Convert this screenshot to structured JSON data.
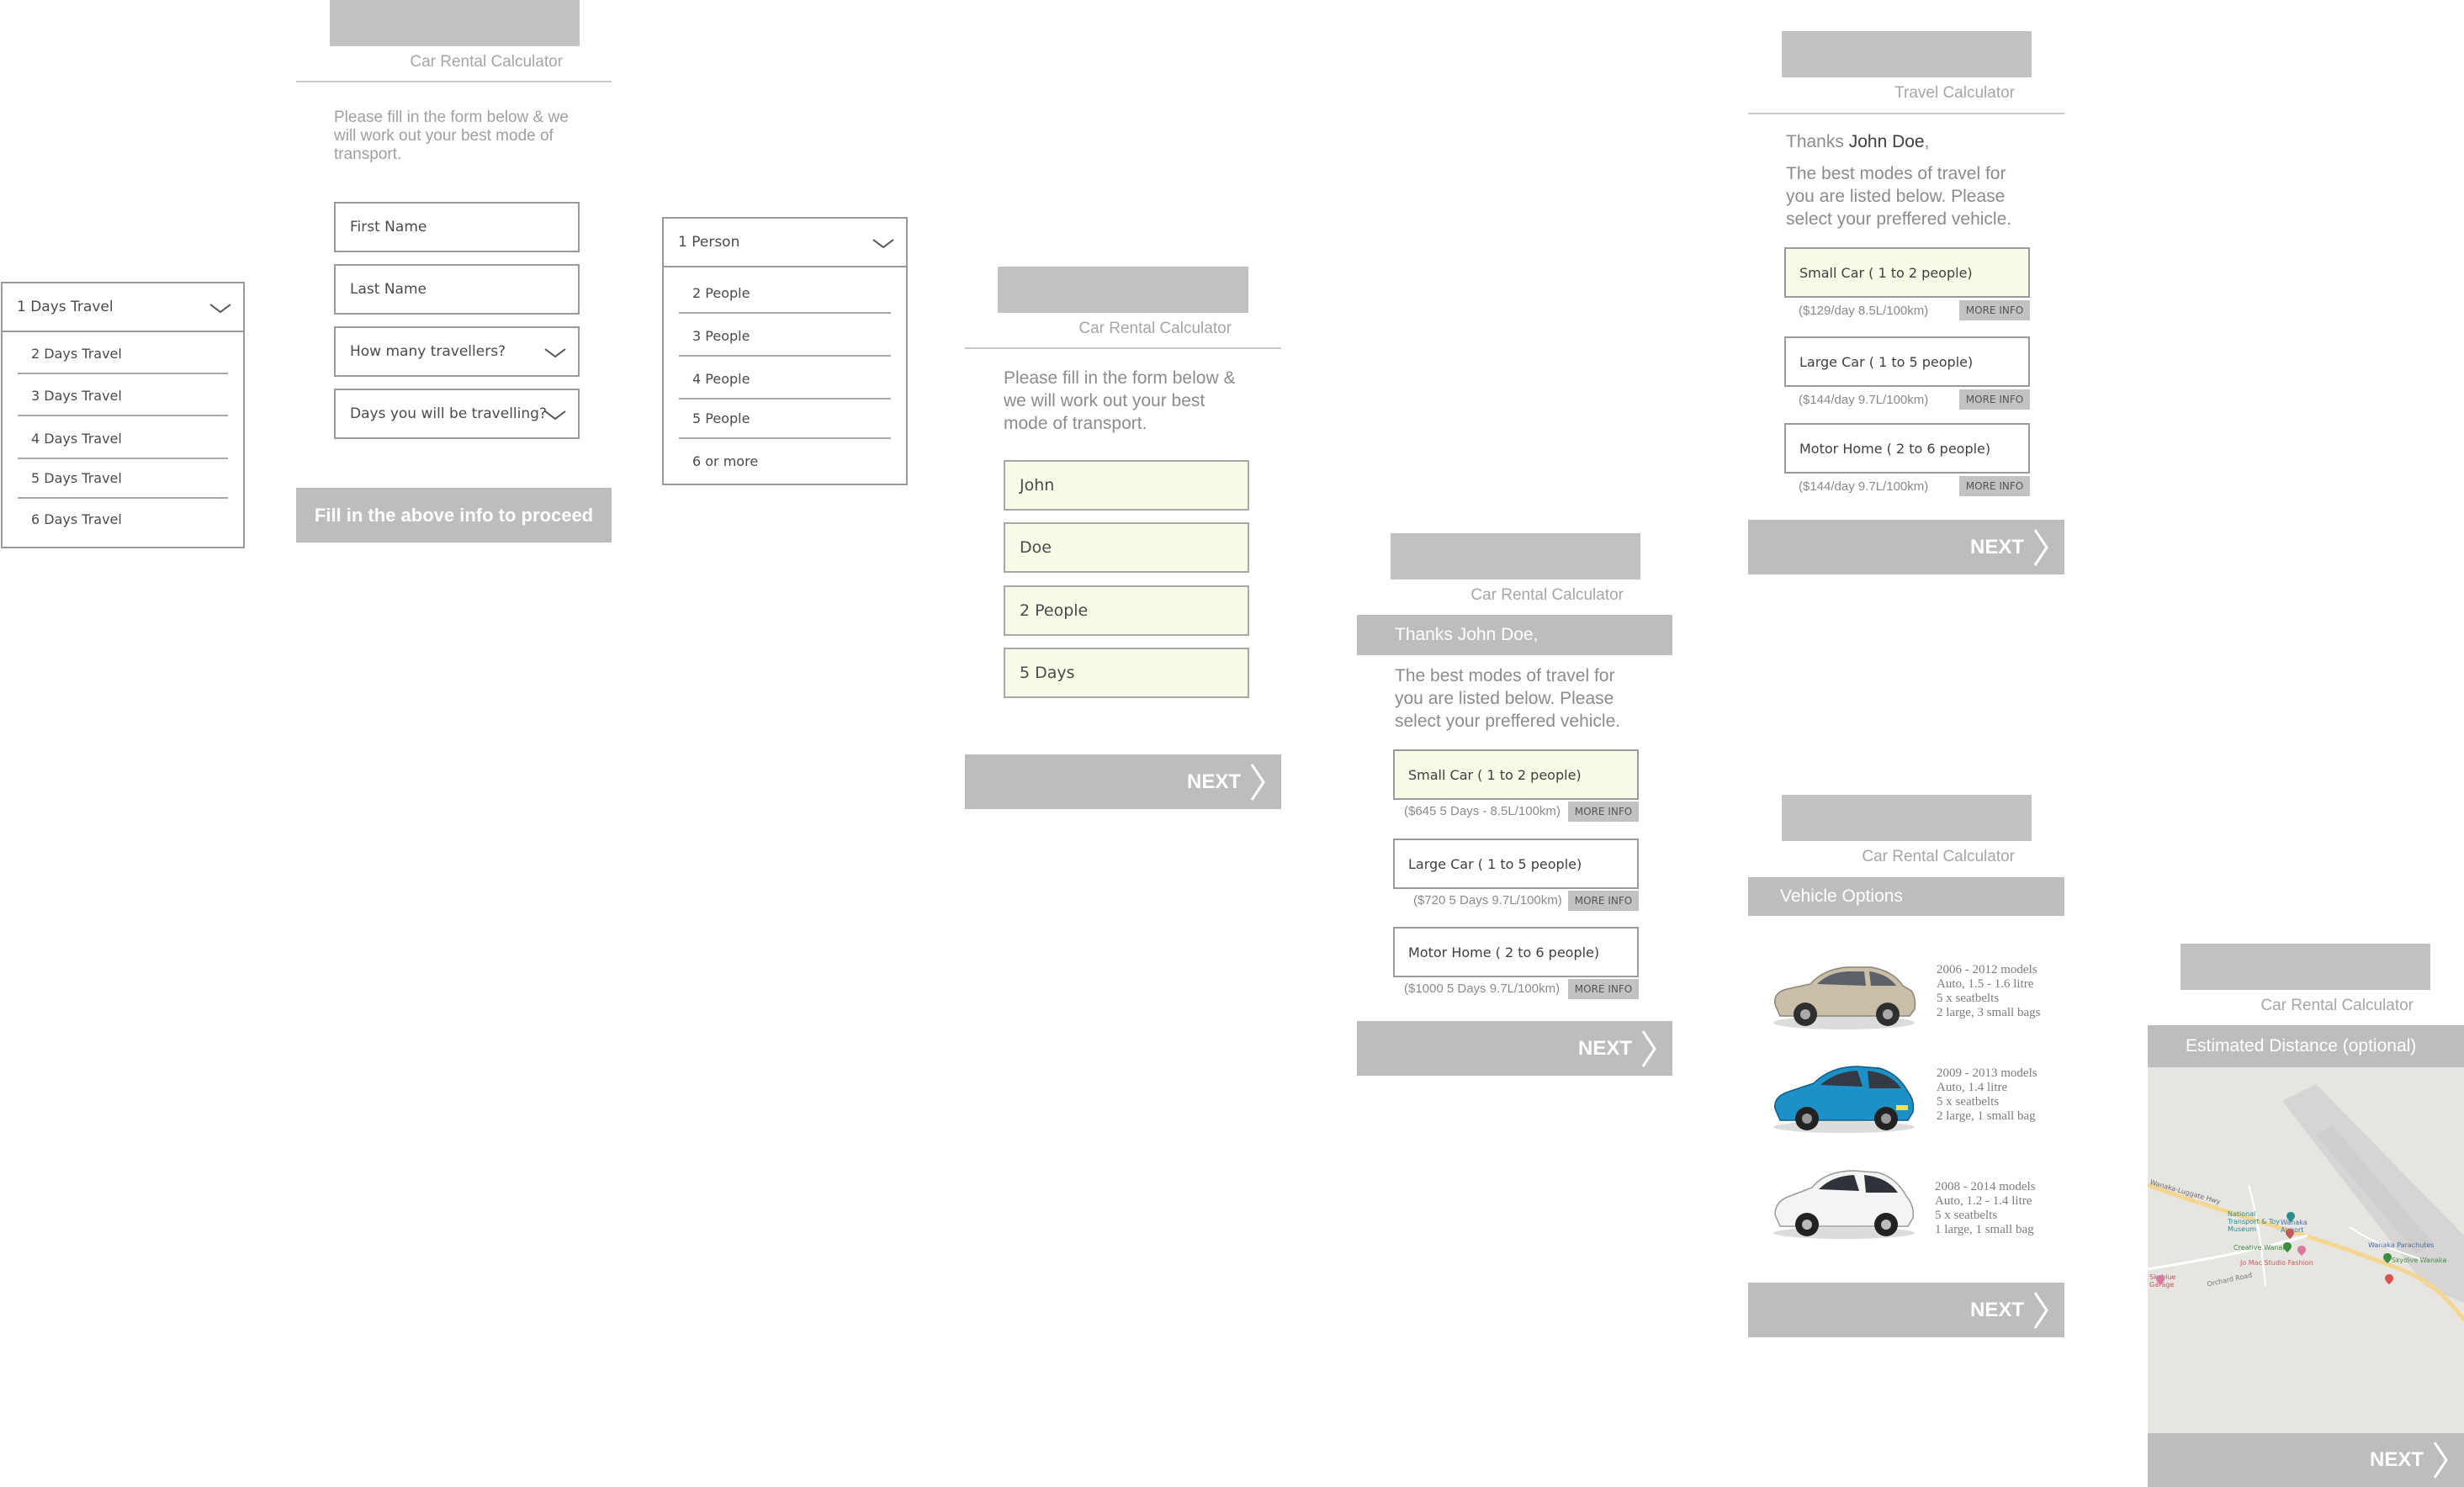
{
  "brand_name": "Car Rental Calculator",
  "brand_name_alt": "Travel Calculator",
  "intro_text": "Please fill in the form below & we will work out your best mode of transport.",
  "days_dropdown": {
    "selected": "1 Days Travel",
    "options": [
      "2 Days Travel",
      "3 Days Travel",
      "4 Days Travel",
      "5 Days Travel",
      "6 Days Travel"
    ]
  },
  "people_dropdown": {
    "selected": "1 Person",
    "options": [
      "2 People",
      "3 People",
      "4 People",
      "5 People",
      "6 or more"
    ]
  },
  "form_empty": {
    "first_name_placeholder": "First Name",
    "last_name_placeholder": "Last Name",
    "travellers_placeholder": "How many travellers?",
    "days_placeholder": "Days you will be travelling?",
    "proceed_label": "Fill in the above info to proceed"
  },
  "form_filled": {
    "first_name": "John",
    "last_name": "Doe",
    "travellers": "2 People",
    "days": "5 Days"
  },
  "next_label": "NEXT",
  "results_days": {
    "greeting": "Thanks John Doe,",
    "message": "The best modes of travel for you are listed below. Please select your preffered vehicle.",
    "vehicles": [
      {
        "name": "Small Car ( 1 to 2 people)",
        "price": "($645 5 Days - 8.5L/100km)",
        "selected": true
      },
      {
        "name": "Large Car ( 1 to 5 people)",
        "price": "($720 5 Days 9.7L/100km)",
        "selected": false
      },
      {
        "name": "Motor Home ( 2 to 6 people)",
        "price": "($1000 5 Days 9.7L/100km)",
        "selected": false
      }
    ]
  },
  "results_daily": {
    "thanks": "Thanks",
    "user_name": "John Doe",
    "comma": ",",
    "message": "The best modes of travel for you are listed below. Please select your preffered vehicle.",
    "vehicles": [
      {
        "name": "Small Car ( 1 to 2 people)",
        "price": "($129/day 8.5L/100km)",
        "selected": true
      },
      {
        "name": "Large Car ( 1 to 5 people)",
        "price": "($144/day 9.7L/100km)",
        "selected": false
      },
      {
        "name": "Motor Home ( 2 to 6 people)",
        "price": "($144/day 9.7L/100km)",
        "selected": false
      }
    ]
  },
  "more_info_label": "MORE INFO",
  "vehicle_options": {
    "title": "Vehicle Options",
    "cars": [
      {
        "color": "#c9bfa8",
        "specs": [
          "2006 - 2012 models",
          "Auto, 1.5 - 1.6 litre",
          "5 x seatbelts",
          "2 large, 3 small bags"
        ]
      },
      {
        "color": "#1e90c8",
        "specs": [
          "2009 - 2013 models",
          "Auto, 1.4 litre",
          "5 x seatbelts",
          "2 large, 1 small bag"
        ]
      },
      {
        "color": "#f2f2f2",
        "specs": [
          "2008 - 2014 models",
          "Auto, 1.2 - 1.4 litre",
          "5 x seatbelts",
          "1 large, 1 small bag"
        ]
      }
    ]
  },
  "distance": {
    "title": "Estimated Distance (optional)",
    "map_labels": {
      "airport": "Wanaka Airport",
      "museum": "National Transport & Toy Museum",
      "creative": "Creative Wanaka",
      "skydive": "Skydive Wanaka",
      "parkinn": "Wanaka Parachutes",
      "left": "Skyblue Garage",
      "road": "Wanaka-Luggate Hwy",
      "fashion": "Orchard Road",
      "small": "Jo Mac Studio Fashion"
    }
  },
  "colors": {
    "placeholder_gray": "#c2c2c2",
    "filled_green": "#f7fbe8",
    "button_gray": "#bdbdbd"
  }
}
